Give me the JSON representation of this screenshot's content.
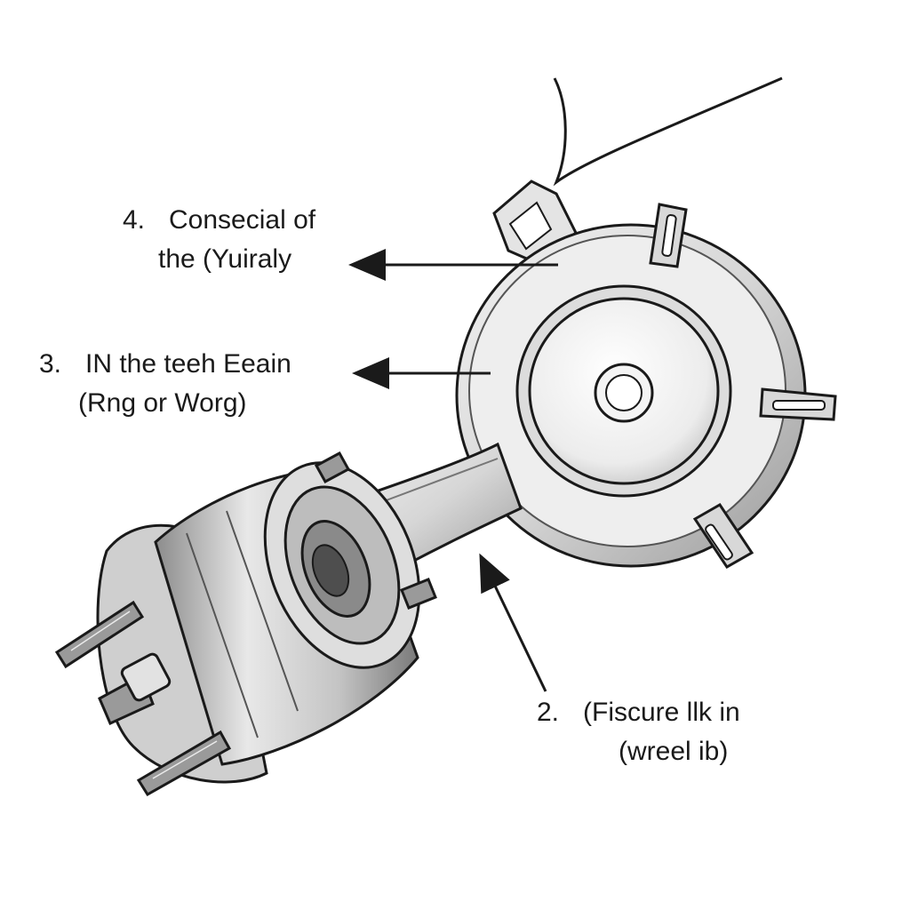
{
  "callouts": [
    {
      "number": "4.",
      "line1": "Consecial of",
      "line2": "the (Yuiraly"
    },
    {
      "number": "3.",
      "line1": "IN the teeh Eeain",
      "line2": "(Rng or Worg)"
    },
    {
      "number": "2.",
      "line1": "(Fiscure llk in",
      "line2": "(wreel ib)"
    }
  ],
  "colors": {
    "ink": "#1a1a1a",
    "metal_light": "#e6e6e6",
    "metal_mid": "#bdbdbd",
    "metal_dark": "#6a6a6a",
    "background": "#ffffff"
  },
  "icons": [
    "sensor-wire-icon",
    "sensor-plug-icon",
    "wheel-hub-icon",
    "knuckle-icon",
    "arrow-icon"
  ]
}
